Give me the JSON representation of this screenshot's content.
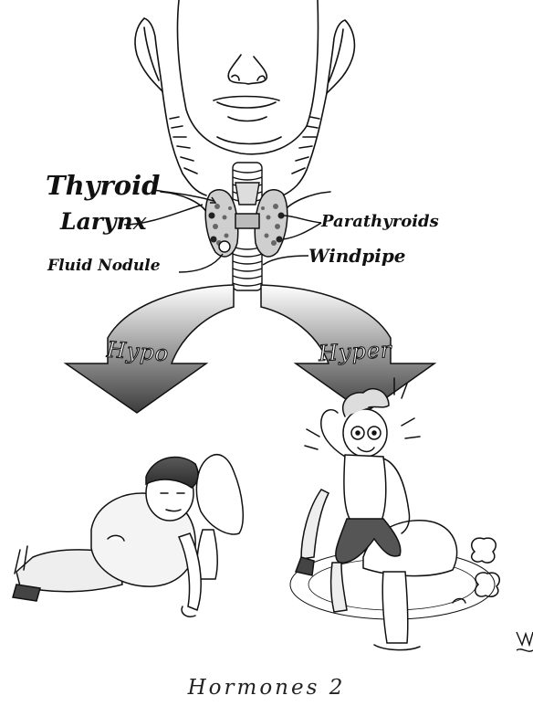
{
  "labels": {
    "thyroid": "Thyroid",
    "larynx": "Larynx",
    "fluid_nodule": "Fluid Nodule",
    "parathyroids": "Parathyroids",
    "windpipe": "Windpipe"
  },
  "arrows": {
    "left": "Hypo",
    "right": "Hyper"
  },
  "caption": "Hormones 2",
  "signature": "Wa Rulef"
}
